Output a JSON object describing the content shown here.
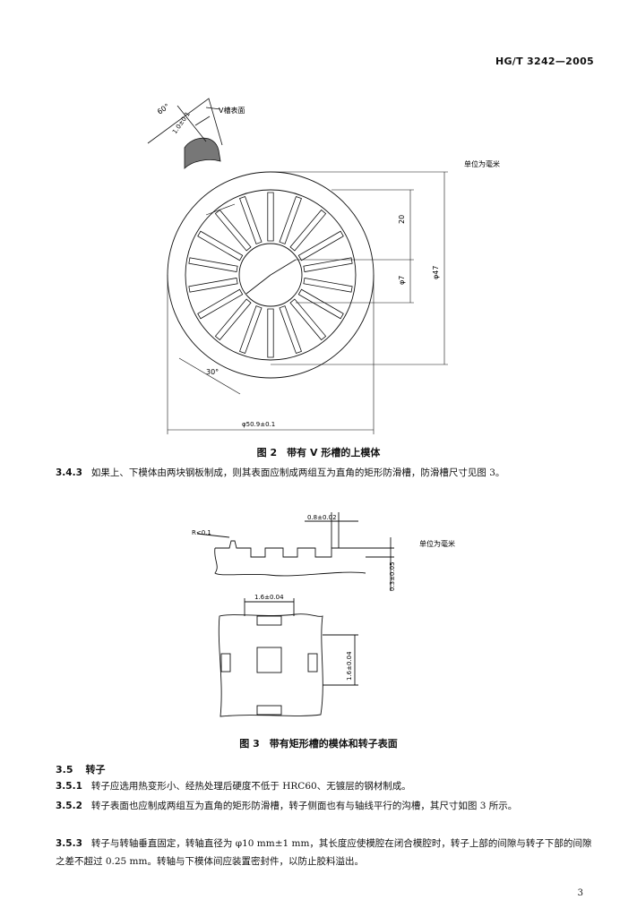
{
  "header": {
    "standard_code": "HG/T 3242—2005"
  },
  "fig2": {
    "angle_label": "60°",
    "depth_label": "1.0±0.1",
    "surface_label": "V槽表面",
    "unit_label": "单位为毫米",
    "dim_20": "20",
    "dim_7": "φ7",
    "dim_47": "φ47",
    "dim_30": "30°",
    "dim_509": "φ50.9±0.1",
    "caption": "图 2　带有 V 形槽的上模体"
  },
  "para_343": {
    "num": "3.4.3",
    "text": "如果上、下模体由两块钢板制成，则其表面应制成两组互为直角的矩形防滑槽，防滑槽尺寸见图 3。"
  },
  "fig3": {
    "dim_08": "0.8±0.02",
    "dim_r": "R<0.1",
    "unit_label": "单位为毫米",
    "dim_depth": "0.3±0.05",
    "dim_16h": "1.6±0.04",
    "dim_16v": "1.6±0.04",
    "caption": "图 3　带有矩形槽的模体和转子表面"
  },
  "sec_35": {
    "num": "3.5",
    "title": "转子"
  },
  "para_351": {
    "num": "3.5.1",
    "text": "转子应选用热变形小、经热处理后硬度不低于 HRC60、无镀层的钢材制成。"
  },
  "para_352": {
    "num": "3.5.2",
    "text": "转子表面也应制成两组互为直角的矩形防滑槽，转子侧面也有与轴线平行的沟槽，其尺寸如图 3 所示。"
  },
  "para_353": {
    "num": "3.5.3",
    "text": "转子与转轴垂直固定，转轴直径为 φ10 mm±1 mm，其长度应使模腔在闭合模腔时，转子上部的间隙与转子下部的间隙之差不超过 0.25 mm。转轴与下模体间应装置密封件，以防止胶料溢出。"
  },
  "page_number": "3"
}
